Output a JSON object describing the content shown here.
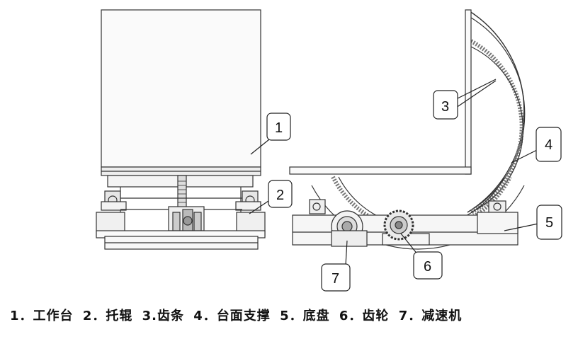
{
  "callouts": {
    "c1": "1",
    "c2": "2",
    "c3": "3",
    "c4": "4",
    "c5": "5",
    "c6": "6",
    "c7": "7"
  },
  "legend": [
    "1．工作台",
    "2．托辊",
    "3.齿条",
    "4．台面支撑",
    "5．底盘",
    "6．齿轮",
    "7．减速机"
  ],
  "colors": {
    "line": "#333333",
    "fill_light": "#f2f2f2",
    "fill_mid": "#d8d8d8"
  }
}
